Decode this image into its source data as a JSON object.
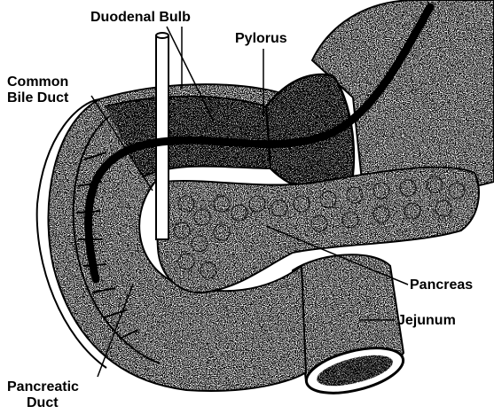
{
  "labels": {
    "duodenal_bulb": "Duodenal Bulb",
    "pylorus": "Pylorus",
    "common_bile_duct_line1": "Common",
    "common_bile_duct_line2": "Bile Duct",
    "pancreas": "Pancreas",
    "jejunum": "Jejunum",
    "pancreatic_duct_line1": "Pancreatic",
    "pancreatic_duct_line2": "Duct"
  },
  "colors": {
    "ink": "#000000",
    "paper": "#ffffff",
    "shade": "#1a1a1a"
  }
}
